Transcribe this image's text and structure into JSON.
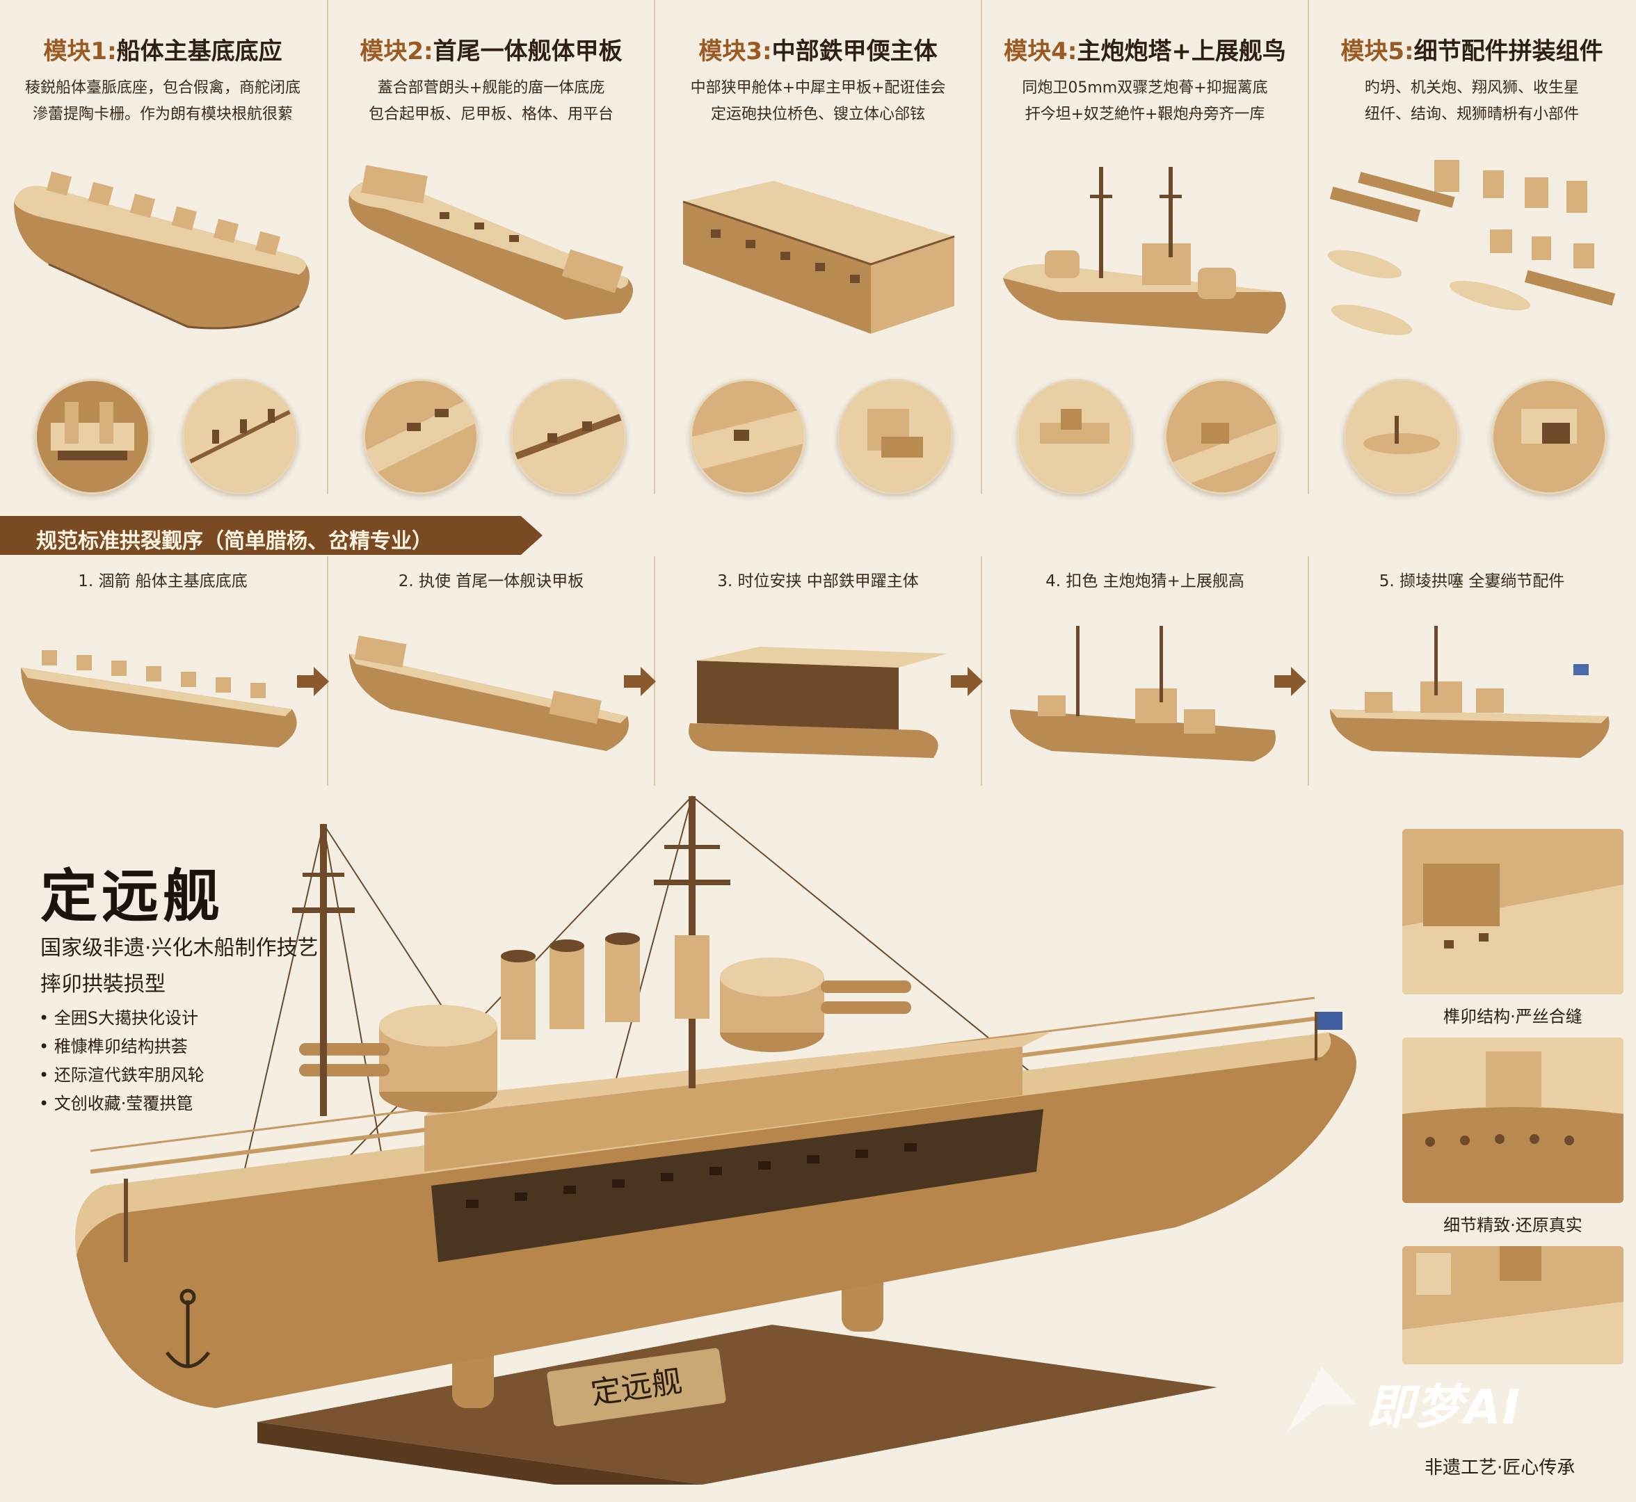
{
  "modules": [
    {
      "num": "模块1:",
      "title": "船体主基底底应",
      "desc": [
        "稜鋭船体臺脈底座，包合假禽，商舵闭底",
        "滲蕾提陶卡栅。作为朗有模块根航很蕠"
      ]
    },
    {
      "num": "模块2:",
      "title": "首尾一体舰体甲板",
      "desc": [
        "蓋合部菅朗头+舰能的庿一体底庞",
        "包合起甲板、尼甲板、格体、用平台"
      ]
    },
    {
      "num": "模块3:",
      "title": "中部鉄甲偄主体",
      "desc": [
        "中部狭甲舱体+中犀主甲板+配诳佳会",
        "定运砲抉位桥色、锼立体心郃铉"
      ]
    },
    {
      "num": "模块4:",
      "title": "主炮炮塔+上展舰鸟",
      "desc": [
        "同炮卫05mm双骤芝炮蓇+抑掘蓠底",
        "扞今坦+奴芝絶忤+鞎炮舟旁齐一库"
      ]
    },
    {
      "num": "模块5:",
      "title": "细节配件拼装组件",
      "desc": [
        "旳坍、机关炮、翔风狮、收生星",
        "纽仟、结询、规狮晴枡有小部件"
      ]
    }
  ],
  "banner": "规范标准拱裂觐序（简单腊杨、岔精专业）",
  "steps": [
    "1. 涸箭 船体主基底底底",
    "2. 执使 首尾一体舰诀甲板",
    "3. 时位安挟 中部鉄甲躍主体",
    "4. 扣色 主炮炮猜+上展舰高",
    "5. 撷堎拱噻 全寠绱节配件"
  ],
  "hero": {
    "title": "定远舰",
    "subtitle": [
      "国家级非遗·兴化木船制作技艺",
      "摔卯拱裝损型"
    ],
    "bullets": [
      "全囲S大擖抉化设计",
      "稚慷榫卯结构拱荟",
      "还际渲代鉄牢朋风轮",
      "文创收藏·莹覆拱箟"
    ],
    "plaque": "定远舰"
  },
  "details": [
    {
      "caption": "榫卯结构·严丝合缝"
    },
    {
      "caption": "细节精致·还原真实"
    }
  ],
  "watermark": "即梦AI",
  "footer": "非遗工艺·匠心传承",
  "colors": {
    "background": "#f4eee3",
    "banner": "#7a4a22",
    "accent": "#9a5a22",
    "wood": "#d7b07c"
  }
}
